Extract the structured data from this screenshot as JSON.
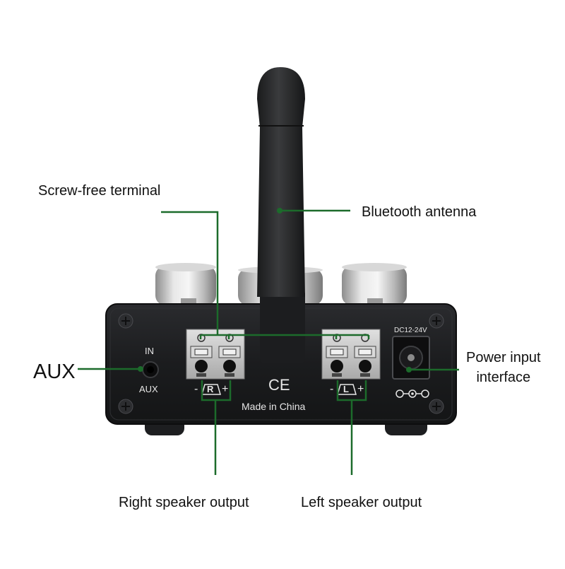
{
  "callouts": {
    "screw_free_terminal": "Screw-free terminal",
    "bluetooth_antenna": "Bluetooth antenna",
    "aux": "AUX",
    "power_input_line1": "Power input",
    "power_input_line2": "interface",
    "right_speaker_output": "Right speaker output",
    "left_speaker_output": "Left speaker output"
  },
  "panel_labels": {
    "aux_in": "IN",
    "aux_bottom": "AUX",
    "dc_rating": "DC12-24V",
    "ce_mark": "CE",
    "made_in": "Made in China",
    "right_channel": "R",
    "left_channel": "L",
    "minus": "-",
    "plus": "+"
  },
  "colors": {
    "background": "#ffffff",
    "panel": "#1a1b1d",
    "panel_print": "#e6e6e6",
    "callout_line": "#1c6b2b",
    "callout_text": "#111111",
    "terminal_block": "#c9c9c9",
    "knob": "#cfcfcf",
    "antenna": "#222325"
  },
  "icons": [
    "screw-icon",
    "polarity-symbol-icon",
    "ce-mark"
  ]
}
